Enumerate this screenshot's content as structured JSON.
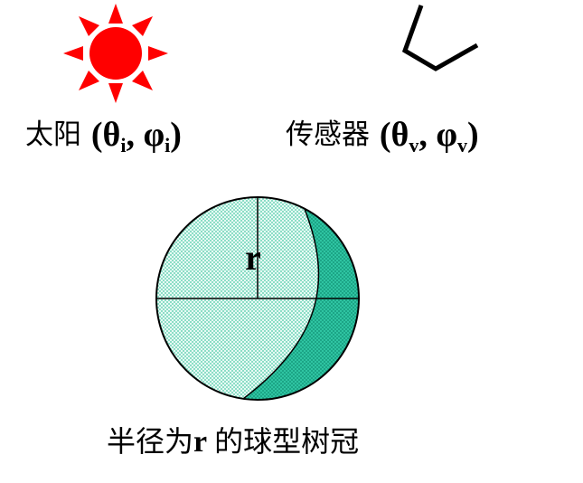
{
  "sun": {
    "icon": "sun-icon",
    "color": "#ff0000",
    "label_text": "太阳",
    "angles": "(θi, φi)",
    "open_paren": "(",
    "theta": "θ",
    "sub_i1": "i",
    "comma": ",",
    "phi": "φ",
    "sub_i2": "i",
    "close_paren": ")"
  },
  "sensor": {
    "icon": "sensor-icon",
    "color": "#000000",
    "label_text": "传感器",
    "angles": "(θv, φv)",
    "open_paren": "(",
    "theta": "θ",
    "sub_v1": "v",
    "comma": ",",
    "phi": "φ",
    "sub_v2": "v",
    "close_paren": ")"
  },
  "crown": {
    "radius_label": "r",
    "lit_fill_color": "#c8f2e6",
    "shadow_fill_color": "#33c8a8",
    "caption_prefix": "半径为",
    "caption_r": "r",
    "caption_suffix": "的球型树冠",
    "caption": "半径为r 的球型树冠"
  }
}
